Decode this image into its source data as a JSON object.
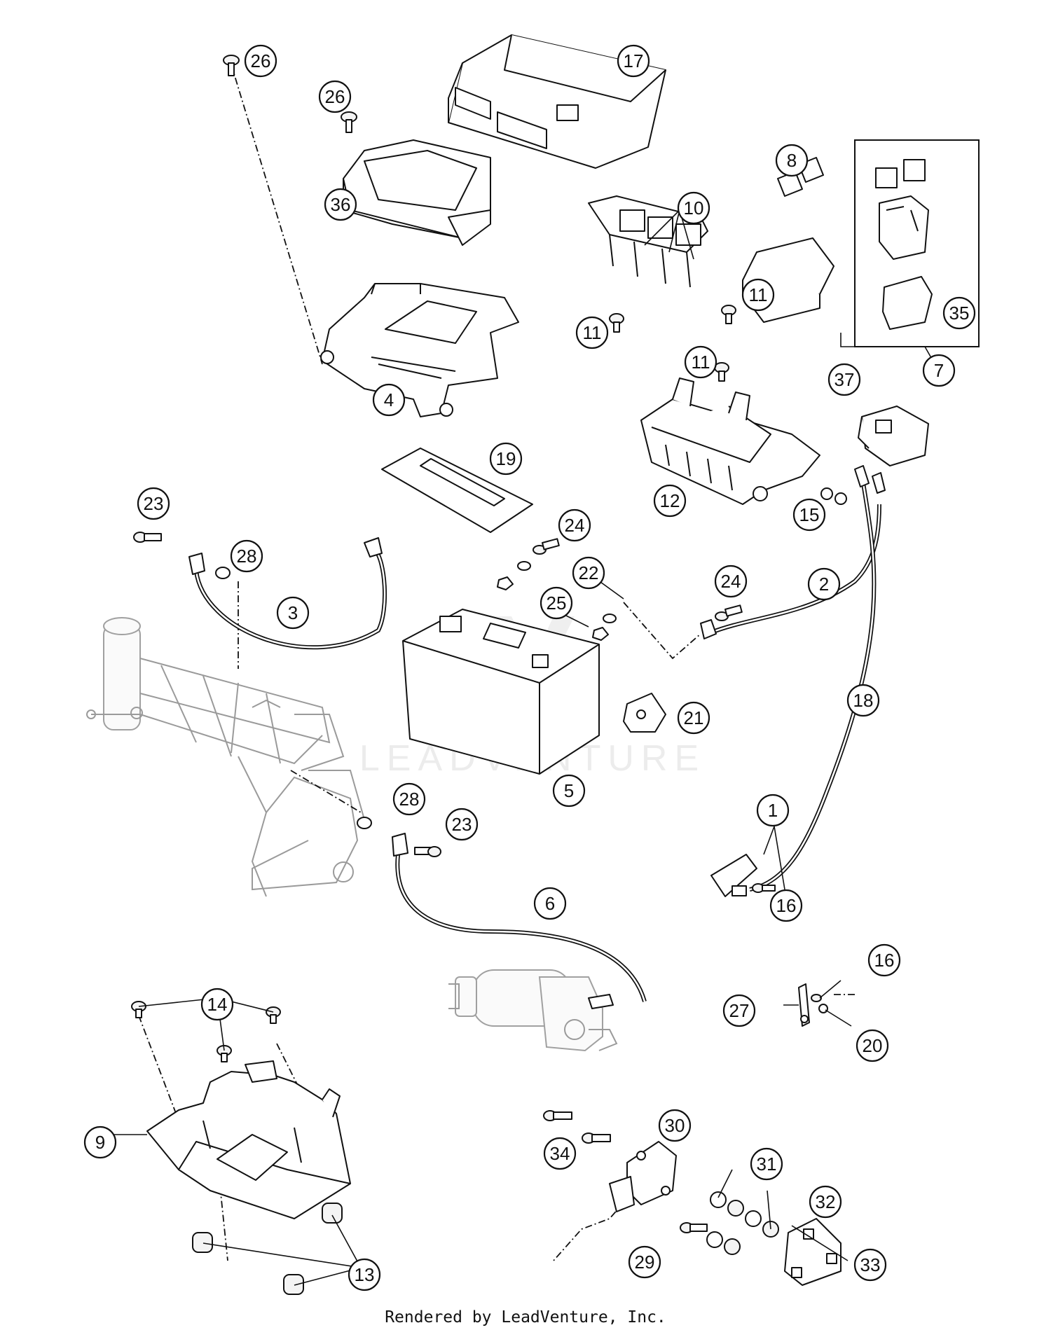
{
  "footer": {
    "credit": "Rendered by LeadVenture, Inc."
  },
  "watermark": {
    "text": "LEADVENTURE"
  },
  "callouts": [
    {
      "id": "c26a",
      "label": "26"
    },
    {
      "id": "c26b",
      "label": "26"
    },
    {
      "id": "c17",
      "label": "17"
    },
    {
      "id": "c36",
      "label": "36"
    },
    {
      "id": "c8",
      "label": "8"
    },
    {
      "id": "c10",
      "label": "10"
    },
    {
      "id": "c11a",
      "label": "11"
    },
    {
      "id": "c11b",
      "label": "11"
    },
    {
      "id": "c11c",
      "label": "11"
    },
    {
      "id": "c35",
      "label": "35"
    },
    {
      "id": "c37",
      "label": "37"
    },
    {
      "id": "c4",
      "label": "4"
    },
    {
      "id": "c7",
      "label": "7"
    },
    {
      "id": "c19",
      "label": "19"
    },
    {
      "id": "c12",
      "label": "12"
    },
    {
      "id": "c15",
      "label": "15"
    },
    {
      "id": "c23a",
      "label": "23"
    },
    {
      "id": "c28a",
      "label": "28"
    },
    {
      "id": "c24a",
      "label": "24"
    },
    {
      "id": "c22",
      "label": "22"
    },
    {
      "id": "c24b",
      "label": "24"
    },
    {
      "id": "c2",
      "label": "2"
    },
    {
      "id": "c3",
      "label": "3"
    },
    {
      "id": "c25",
      "label": "25"
    },
    {
      "id": "c18",
      "label": "18"
    },
    {
      "id": "c21",
      "label": "21"
    },
    {
      "id": "c5",
      "label": "5"
    },
    {
      "id": "c28b",
      "label": "28"
    },
    {
      "id": "c23b",
      "label": "23"
    },
    {
      "id": "c1",
      "label": "1"
    },
    {
      "id": "c16a",
      "label": "16"
    },
    {
      "id": "c6",
      "label": "6"
    },
    {
      "id": "c16b",
      "label": "16"
    },
    {
      "id": "c27",
      "label": "27"
    },
    {
      "id": "c20",
      "label": "20"
    },
    {
      "id": "c14",
      "label": "14"
    },
    {
      "id": "c9",
      "label": "9"
    },
    {
      "id": "c30",
      "label": "30"
    },
    {
      "id": "c34",
      "label": "34"
    },
    {
      "id": "c31",
      "label": "31"
    },
    {
      "id": "c32",
      "label": "32"
    },
    {
      "id": "c29",
      "label": "29"
    },
    {
      "id": "c33",
      "label": "33"
    },
    {
      "id": "c13",
      "label": "13"
    }
  ]
}
